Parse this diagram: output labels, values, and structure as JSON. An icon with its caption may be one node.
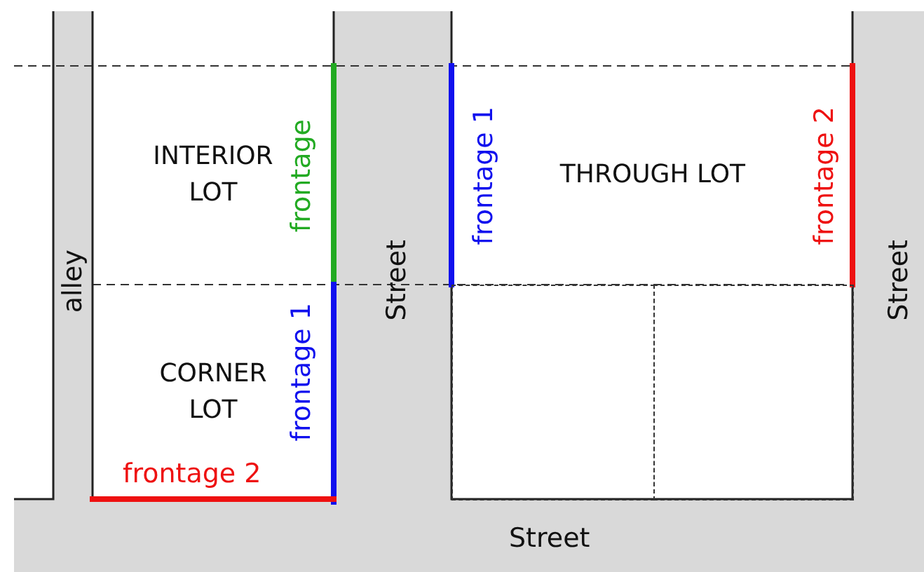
{
  "diagram": {
    "nodes": [
      {
        "text": [
          "INTERIOR LOT"
        ]
      },
      {
        "text": [
          "CORNER LOT"
        ]
      },
      {
        "text": [
          "THROUGH LOT"
        ]
      },
      {
        "text": [],
        "shape": "box"
      },
      {
        "text": [],
        "shape": "box"
      }
    ],
    "labels": [
      "frontage",
      "frontage 1",
      "frontage 2",
      "alley",
      "Street",
      "Street",
      "frontage 1",
      "frontage 2",
      "Street"
    ]
  }
}
